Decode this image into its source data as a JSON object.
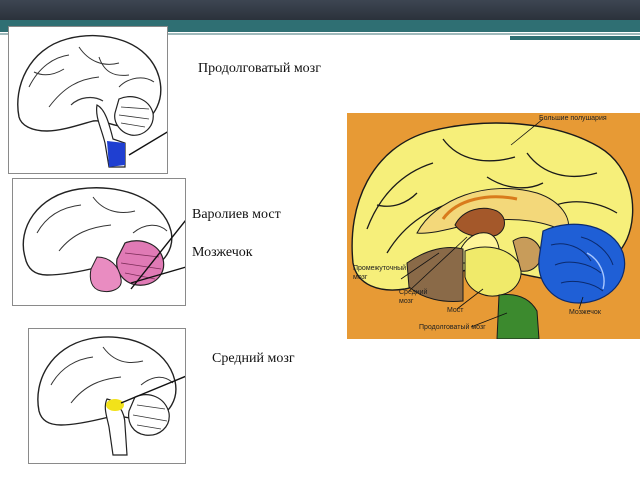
{
  "labels": {
    "medulla": "Продолговатый мозг",
    "pons": "Варолиев мост",
    "cerebellum": "Мозжечок",
    "midbrain": "Средний мозг"
  },
  "big_diagram_labels": {
    "hemispheres": "Большие полушария",
    "diencephalon_1": "Промежуточный",
    "diencephalon_2": "мозг",
    "midbrain_1": "Средний",
    "midbrain_2": "мозг",
    "pons": "Мост",
    "cerebellum": "Мозжечок",
    "medulla": "Продолговатый мозг"
  },
  "colors": {
    "highlight_medulla": "#1f3fd1",
    "highlight_pons": "#e98cc1",
    "highlight_cerebellum": "#e07ab5",
    "highlight_midbrain": "#f2e21a",
    "cortex": "#f6ef7a",
    "big_background": "#e79a35",
    "cerebellum_big": "#1f5fd6",
    "medulla_big": "#3c8a2e"
  }
}
